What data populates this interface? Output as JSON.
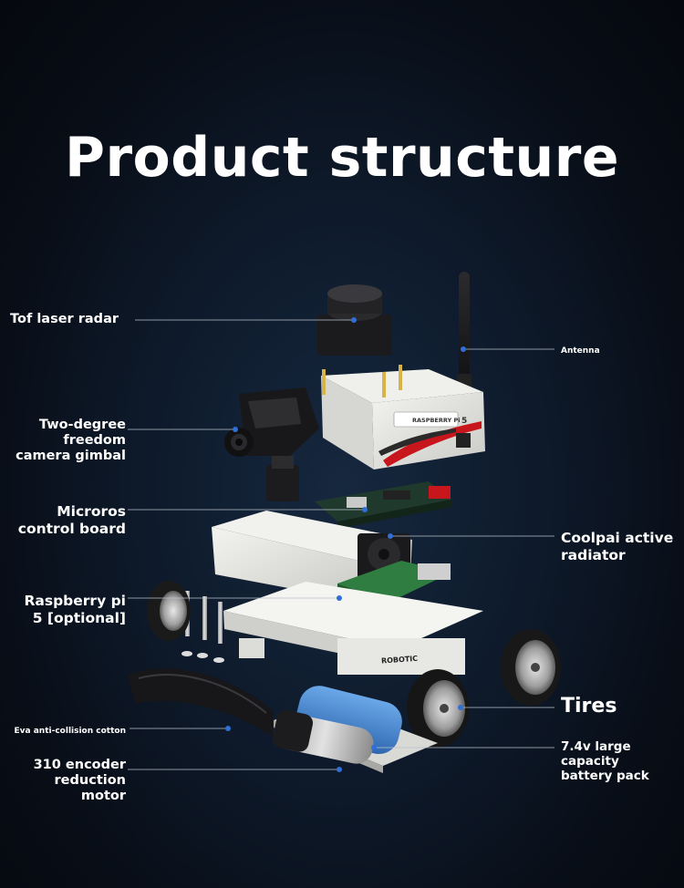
{
  "title": "Product structure",
  "labels": {
    "tof_radar": "Tof laser radar",
    "antenna": "Antenna",
    "gimbal_1": "Two-degree",
    "gimbal_2": "freedom",
    "gimbal_3": "camera gimbal",
    "microros_1": "Microros",
    "microros_2": "control board",
    "coolpai_1": "Coolpai active",
    "coolpai_2": "radiator",
    "rpi_1": "Raspberry pi",
    "rpi_2": "5 [optional]",
    "tires": "Tires",
    "eva": "Eva anti-collision cotton",
    "battery_1": "7.4v large",
    "battery_2": "capacity",
    "battery_3": "battery pack",
    "motor_1": "310 encoder",
    "motor_2": "reduction",
    "motor_3": "motor"
  },
  "product_text": {
    "brand": "RASPBERRY Pi",
    "model": "5",
    "chassis_logo": "ROBOTIC"
  },
  "colors": {
    "accent_dot": "#2f6fd6",
    "leader_line": "#b9c2cc",
    "body_white": "#e9e9e6",
    "dark_part": "#1c1c1e",
    "battery_blue": "#4e8fd4",
    "red_accent": "#c8161d"
  }
}
